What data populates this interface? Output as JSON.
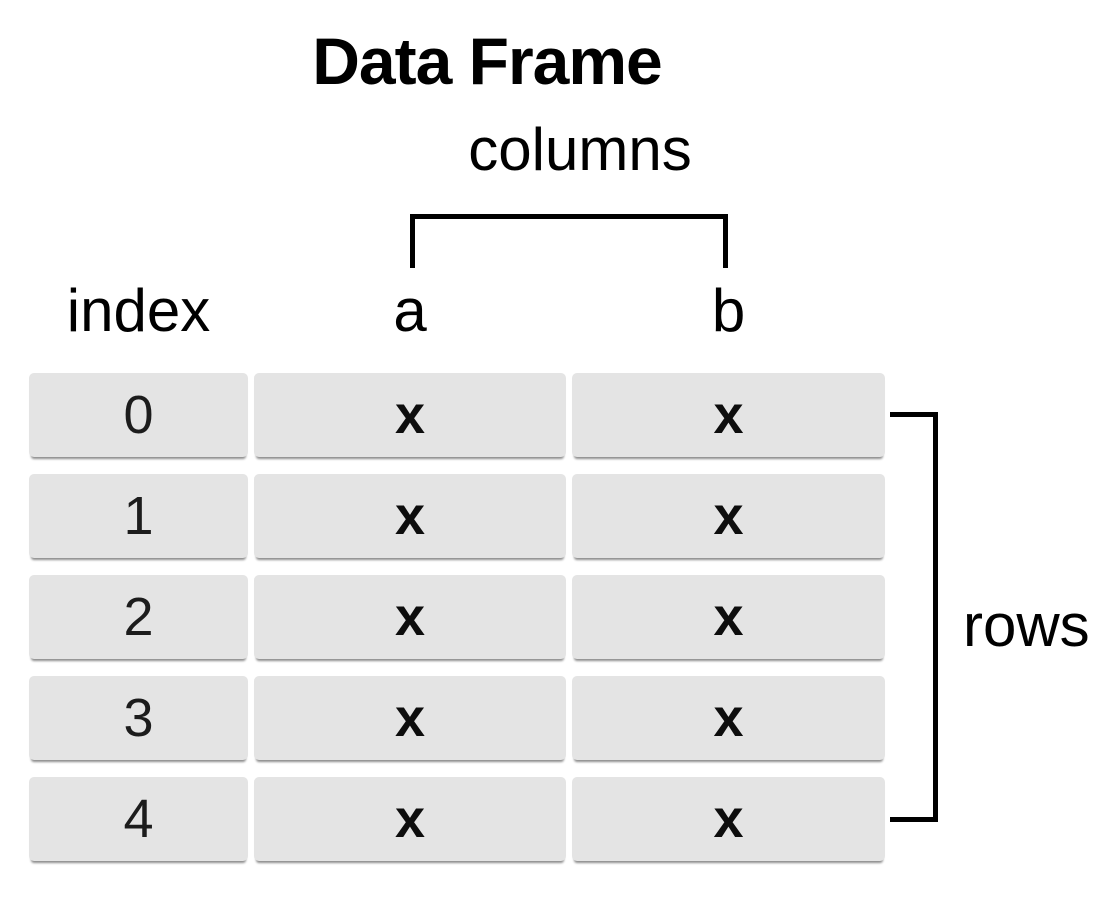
{
  "title": "Data Frame",
  "labels": {
    "columns": "columns",
    "rows": "rows",
    "index": "index"
  },
  "headers": [
    "a",
    "b"
  ],
  "rows": [
    {
      "index": "0",
      "a": "x",
      "b": "x"
    },
    {
      "index": "1",
      "a": "x",
      "b": "x"
    },
    {
      "index": "2",
      "a": "x",
      "b": "x"
    },
    {
      "index": "3",
      "a": "x",
      "b": "x"
    },
    {
      "index": "4",
      "a": "x",
      "b": "x"
    }
  ],
  "colors": {
    "cell-bg": "#e4e4e4",
    "line": "#000000",
    "text": "#111111"
  }
}
